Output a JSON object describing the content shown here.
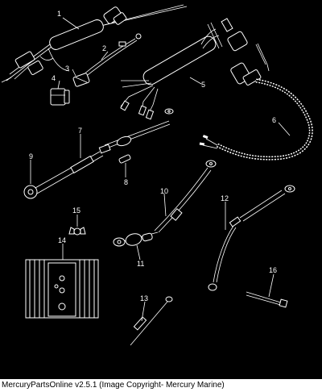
{
  "callouts": [
    "1",
    "2",
    "3",
    "4",
    "5",
    "6",
    "7",
    "8",
    "9",
    "10",
    "11",
    "12",
    "13",
    "14",
    "15",
    "16"
  ],
  "caption": "MercuryPartsOnline v2.5.1 (Image Copyright- Mercury Marine)"
}
